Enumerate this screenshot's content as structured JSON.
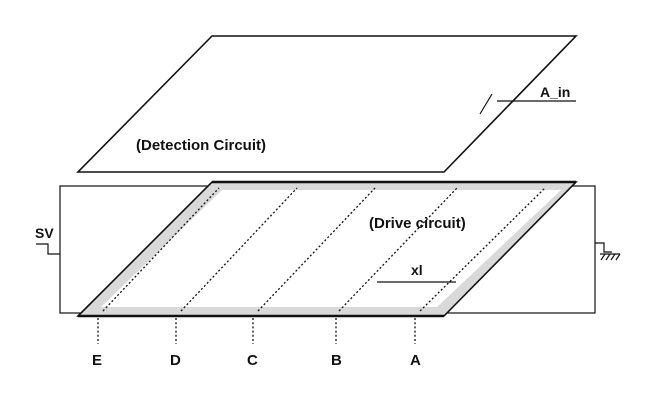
{
  "detection_label": "(Detection Circuit)",
  "drive_label": "(Drive circuit)",
  "input_label": "A_in",
  "voltage_label": "SV",
  "xl_label": "xl",
  "electrodes": [
    {
      "label": "A"
    },
    {
      "label": "B"
    },
    {
      "label": "C"
    },
    {
      "label": "D"
    },
    {
      "label": "E"
    }
  ],
  "colors": {
    "line": "#111111",
    "shade": "#d9d9d9"
  }
}
